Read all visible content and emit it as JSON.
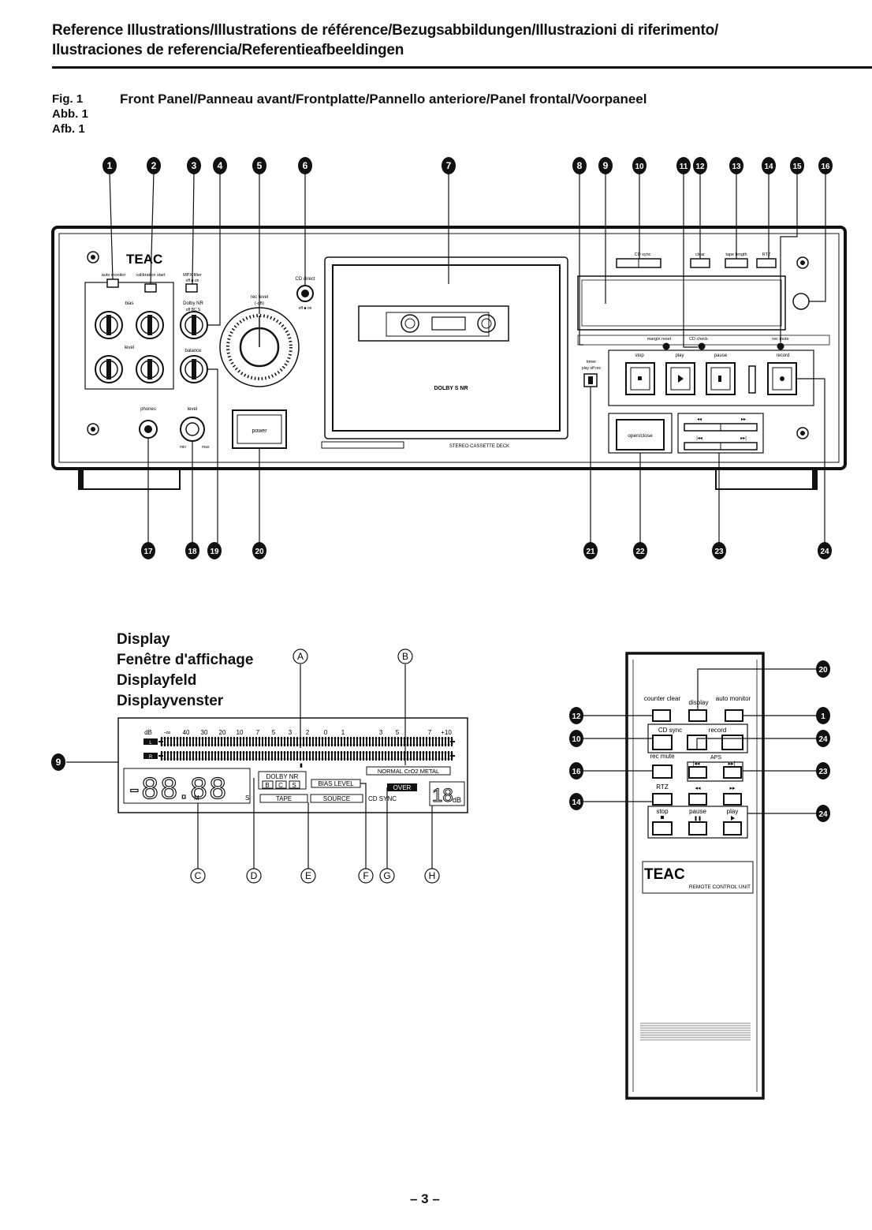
{
  "header": {
    "line1": "Reference Illustrations/Illustrations de référence/Bezugsabbildungen/Illustrazioni di riferimento/",
    "line2": "Ilustraciones de referencia/Referentieafbeeldingen"
  },
  "figure": {
    "labels": [
      "Fig. 1",
      "Abb. 1",
      "Afb. 1"
    ],
    "title": "Front Panel/Panneau avant/Frontplatte/Pannello  anteriore/Panel frontal/Voorpaneel"
  },
  "front_panel": {
    "brand": "TEAC",
    "auto_monitor": "auto monitor",
    "calibration": "calibration start",
    "mpx_filter": "MPX filter",
    "mpx_sub": "off ■ on",
    "bias": "bias",
    "level": "level",
    "dolby_nr": "Dolby NR",
    "dolby_sub": "off  BC  S",
    "balance": "balance",
    "rec_level": "rec level",
    "rec_level_sub": "(-dB)",
    "cd_direct": "CD direct",
    "cd_direct_sub": "off ■ on",
    "dolby_mark": "DOLBY S NR",
    "stereo": "STEREO CASSETTE DECK",
    "cd_sync": "CD sync",
    "clear": "clear",
    "tape_length": "tape length",
    "rtz": "RTZ",
    "margin_reset": "margin reset",
    "cd_check": "CD check",
    "rec_mute": "rec mute",
    "stop": "stop",
    "play": "play",
    "pause": "pause",
    "record": "record",
    "timer": "timer",
    "timer_sub": "play off rec",
    "open_close": "open/close",
    "power": "power",
    "phones": "phones",
    "min": "min",
    "max": "max",
    "callouts_top": [
      "1",
      "2",
      "3",
      "4",
      "5",
      "6",
      "7",
      "8",
      "9",
      "10",
      "11",
      "12",
      "13",
      "14",
      "15",
      "16"
    ],
    "callouts_bottom": [
      "17",
      "18",
      "19",
      "20",
      "21",
      "22",
      "23",
      "24"
    ]
  },
  "display": {
    "heading": [
      "Display",
      "Fenêtre d'affichage",
      "Displayfeld",
      "Displayvenster"
    ],
    "scale": [
      "dB",
      "-∞",
      "40",
      "30",
      "20",
      "10",
      "7",
      "5",
      "3",
      "2",
      "0",
      "1",
      "3",
      "5",
      "7",
      "+10"
    ],
    "ch_l": "L",
    "ch_r": "R",
    "dolby_nr": "DOLBY NR",
    "dolby_b": "B",
    "dolby_c": "C",
    "dolby_s": "S",
    "bias_level": "BIAS LEVEL",
    "tape_type": "NORMAL CrO2 METAL",
    "counter": "-88.88",
    "m": "M",
    "s": "S",
    "tape": "TAPE",
    "source": "SOURCE",
    "cd_sync": "CD SYNC",
    "over": "OVER",
    "db_digits": "18",
    "db": "dB",
    "letters_top": [
      "A",
      "B"
    ],
    "letters_bottom": [
      "C",
      "D",
      "E",
      "F",
      "G",
      "H"
    ],
    "callout": "9"
  },
  "remote": {
    "counter_clear": "counter clear",
    "display": "display",
    "auto_monitor": "auto monitor",
    "cd_sync": "CD sync",
    "record": "record",
    "rec_mute": "rec mute",
    "aps": "APS",
    "rtz": "RTZ",
    "stop": "stop",
    "pause": "pause",
    "play": "play",
    "brand": "TEAC",
    "unit": "REMOTE CONTROL UNIT",
    "callouts_left": [
      "12",
      "10",
      "16",
      "14"
    ],
    "callouts_right": [
      "20",
      "1",
      "24",
      "23",
      "24"
    ]
  },
  "page_number": "– 3 –"
}
